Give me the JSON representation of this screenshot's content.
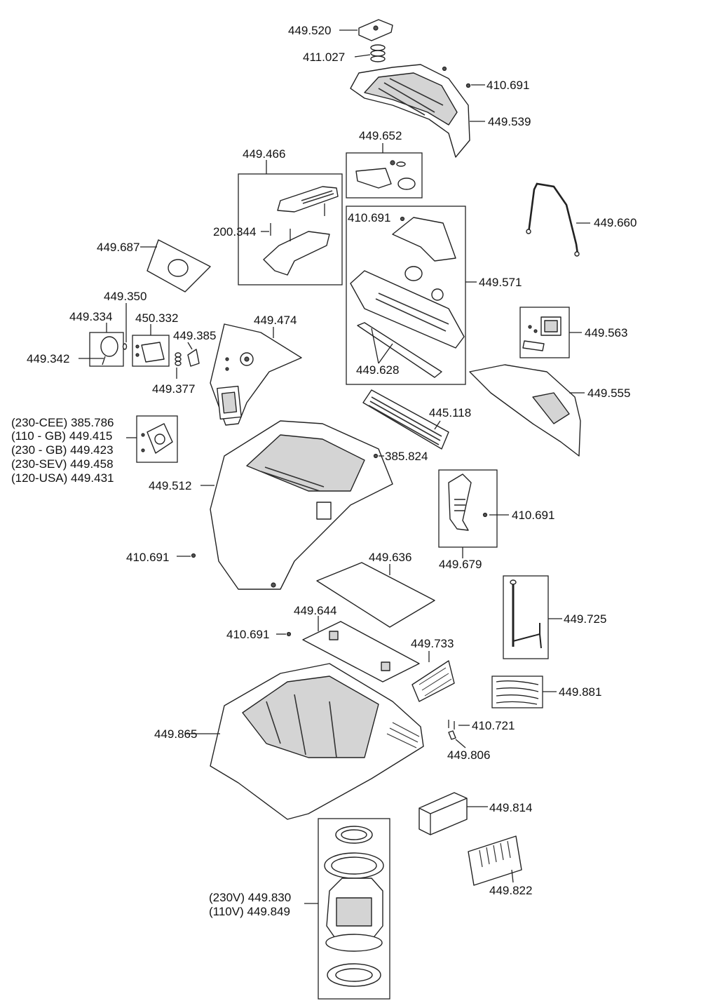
{
  "labels": {
    "p449520": "449.520",
    "p411027": "411.027",
    "p410691_top": "410.691",
    "p449539": "449.539",
    "p449652": "449.652",
    "p449466": "449.466",
    "p200344": "200.344",
    "p449660": "449.660",
    "p449687": "449.687",
    "p410691_box": "410.691",
    "p449571": "449.571",
    "p449350": "449.350",
    "p449334": "449.334",
    "p450332": "450.332",
    "p449385": "449.385",
    "p449474": "449.474",
    "p449342": "449.342",
    "p449563": "449.563",
    "p449377": "449.377",
    "p449628": "449.628",
    "p449555": "449.555",
    "p445118": "445.118",
    "socket_230cee": "(230-CEE) 385.786",
    "socket_110gb": "(110 - GB) 449.415",
    "socket_230gb": "(230 - GB) 449.423",
    "socket_230sev": "(230-SEV) 449.458",
    "socket_120usa": "(120-USA) 449.431",
    "p385824": "385.824",
    "p449512": "449.512",
    "p410691_handle": "410.691",
    "p449679": "449.679",
    "p410691_left": "410.691",
    "p449636": "449.636",
    "p449725": "449.725",
    "p449644": "449.644",
    "p410691_mid": "410.691",
    "p449733": "449.733",
    "p449881": "449.881",
    "p410721": "410.721",
    "p449865": "449.865",
    "p449806": "449.806",
    "p449814": "449.814",
    "p449822": "449.822",
    "motor_230v": "(230V) 449.830",
    "motor_110v": "(110V) 449.849"
  }
}
